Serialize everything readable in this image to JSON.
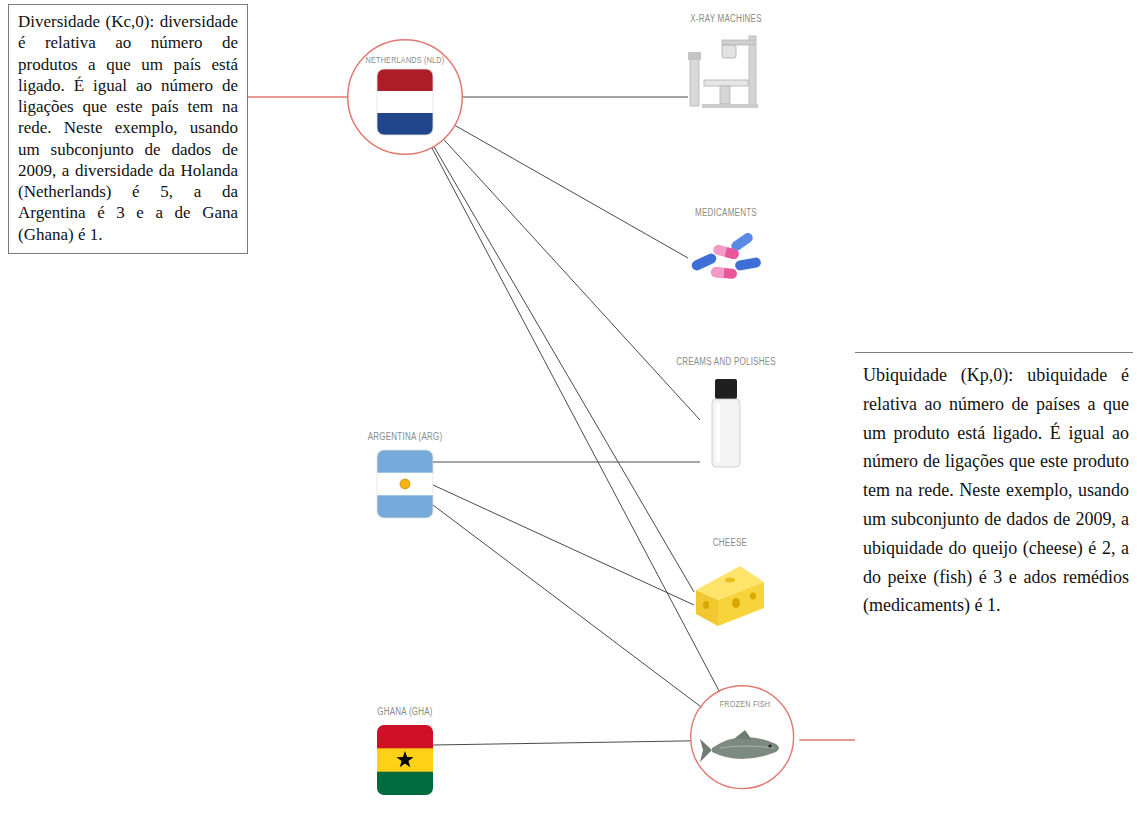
{
  "diagram": {
    "nodes": [
      {
        "text": [
          "Diversidade (Kc,0): diversidade é relativa ao número de produtos a que um país está ligado. É igual ao número de ligações que este país tem na rede. Neste exemplo, usando um subconjunto de dados de 2009, a diversidade da Holanda (Netherlands) é 5, a da Argentina é 3 e a de Gana (Ghana) é 1."
        ]
      },
      {
        "text": [
          "NETHERLANDS (NLD)"
        ]
      },
      {
        "text": [
          "ARGENTINA (ARG)"
        ]
      },
      {
        "text": [
          "GHANA (GHA)"
        ]
      },
      {
        "text": [
          "X-RAY MACHINES"
        ]
      },
      {
        "text": [
          "MEDICAMENTS"
        ]
      },
      {
        "text": [
          "CREAMS AND POLISHES"
        ]
      },
      {
        "text": [
          "CHEESE"
        ]
      },
      {
        "text": [
          "FROZEN FISH"
        ]
      },
      {
        "text": [
          "Ubiquidade (Kp,0): ubiquidade é relativa ao número de países a que um produto está ligado. É igual ao número de ligações que este produto tem na rede. Neste exemplo, usando um subconjunto de dados de 2009, a ubiquidade do queijo (cheese) é 2, a do peixe (fish) é 3 e ados remédios (medicaments) é 1."
        ]
      }
    ],
    "edges": [
      {
        "from": 0,
        "to": 1,
        "arrow": "none"
      },
      {
        "from": 1,
        "to": 4,
        "arrow": "none"
      },
      {
        "from": 1,
        "to": 5,
        "arrow": "none"
      },
      {
        "from": 1,
        "to": 6,
        "arrow": "none"
      },
      {
        "from": 1,
        "to": 7,
        "arrow": "none"
      },
      {
        "from": 1,
        "to": 8,
        "arrow": "none"
      },
      {
        "from": 2,
        "to": 6,
        "arrow": "none"
      },
      {
        "from": 2,
        "to": 7,
        "arrow": "none"
      },
      {
        "from": 2,
        "to": 8,
        "arrow": "none"
      },
      {
        "from": 3,
        "to": 8,
        "arrow": "none"
      },
      {
        "from": 8,
        "to": 9,
        "arrow": "none"
      }
    ]
  }
}
